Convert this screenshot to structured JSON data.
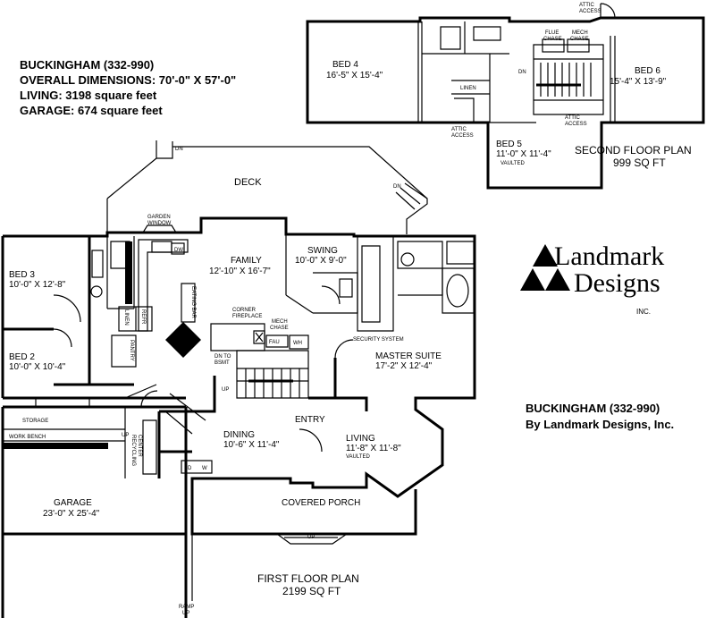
{
  "header": {
    "line1": "BUCKINGHAM (332-990)",
    "line2": "OVERALL DIMENSIONS: 70'-0\" X 57'-0\"",
    "line3": "LIVING: 3198 square feet",
    "line4": "GARAGE: 674 square feet"
  },
  "second_floor": {
    "title": "SECOND FLOOR PLAN",
    "area": "999 SQ FT",
    "rooms": {
      "bed4_name": "BED 4",
      "bed4_dim": "16'-5\" X 15'-4\"",
      "bed5_name": "BED 5",
      "bed5_dim": "11'-0\" X 11'-4\"",
      "bed5_note": "VAULTED",
      "bed6_name": "BED 6",
      "bed6_dim": "15'-4\" X 13'-9\""
    },
    "labels": {
      "linen": "LINEN",
      "attic1": "ATTIC",
      "access1": "ACCESS",
      "attic2": "ATTIC",
      "access2": "ACCESS",
      "attic3": "ATTIC",
      "access3": "ACCESS",
      "flue": "FLUE",
      "chase1": "CHASE",
      "mech": "MECH",
      "chase2": "CHASE",
      "dn": "DN"
    }
  },
  "first_floor": {
    "title": "FIRST FLOOR PLAN",
    "area": "2199 SQ FT",
    "rooms": {
      "deck": "DECK",
      "family_name": "FAMILY",
      "family_dim": "12'-10\" X 16'-7\"",
      "swing_name": "SWING",
      "swing_dim": "10'-0\" X 9'-0\"",
      "bed3_name": "BED 3",
      "bed3_dim": "10'-0\" X 12'-8\"",
      "bed2_name": "BED 2",
      "bed2_dim": "10'-0\" X 10'-4\"",
      "master_name": "MASTER SUITE",
      "master_dim": "17'-2\" X 12'-4\"",
      "dining_name": "DINING",
      "dining_dim": "10'-6\" X 11'-4\"",
      "living_name": "LIVING",
      "living_dim": "11'-8\" X 11'-8\"",
      "living_note": "VAULTED",
      "garage_name": "GARAGE",
      "garage_dim": "23'-0\" X 25'-4\"",
      "entry": "ENTRY",
      "porch": "COVERED PORCH",
      "storage": "STORAGE",
      "workbench": "WORK BENCH"
    },
    "labels": {
      "garden1": "GARDEN",
      "garden2": "WINDOW",
      "corner1": "CORNER",
      "corner2": "FIREPLACE",
      "mech": "MECH",
      "chase": "CHASE",
      "fau": "FAU",
      "wh": "WH",
      "dnto1": "DN TO",
      "dnto2": "BSMT",
      "up_stair": "UP",
      "security": "SECURITY SYSTEM",
      "eating": "EATING BAR",
      "pantry": "PANTRY",
      "linen": "LINEN",
      "refr": "REFR",
      "dw1": "DW",
      "dw2": "D",
      "dw3": "W",
      "recycling1": "RECYCLING",
      "recycling2": "CENTER",
      "up_garage": "UP",
      "up_porch": "UP",
      "dn_deck1": "DN",
      "dn_deck2": "DN",
      "ramp1": "RAMP",
      "ramp2": "UP"
    }
  },
  "logo": {
    "line1": "Landmark",
    "line2": "Designs",
    "inc": "INC."
  },
  "credit": {
    "line1": "BUCKINGHAM (332-990)",
    "line2": "By Landmark Designs, Inc."
  }
}
